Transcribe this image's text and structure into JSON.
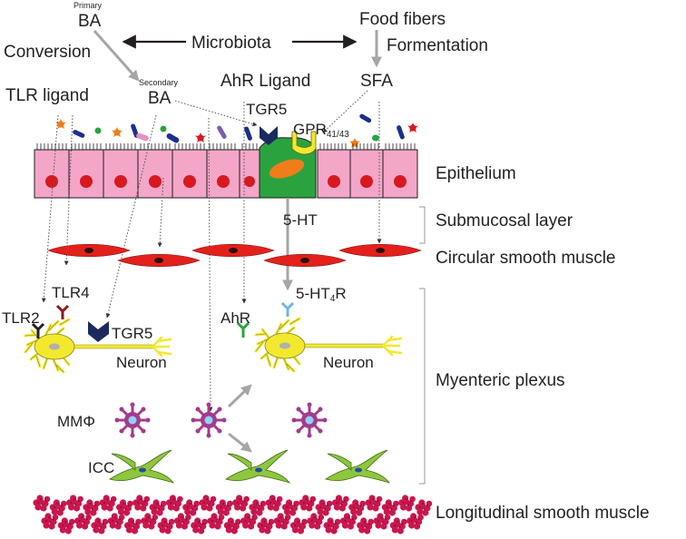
{
  "labels": {
    "primary": "Primary",
    "ba_top": "BA",
    "conversion": "Conversion",
    "microbiota": "Microbiota",
    "food_fibers": "Food fibers",
    "formentation": "Formentation",
    "tlr_ligand": "TLR ligand",
    "secondary": "Secondary",
    "ba_secondary": "BA",
    "ahr_ligand": "AhR Ligand",
    "sfa": "SFA",
    "tgr5_epi": "TGR5",
    "gpr": "GPR",
    "gpr_sub": "41/43",
    "ht5": "5-HT",
    "tlr4": "TLR4",
    "tlr2": "TLR2",
    "tgr5_neuron": "TGR5",
    "neuron_left": "Neuron",
    "ahr": "AhR",
    "ht4r_main": "5-HT",
    "ht4r_sub": "4",
    "ht4r_end": "R",
    "neuron_right": "Neuron",
    "mmphi": "MMΦ",
    "icc": "ICC"
  },
  "layers": {
    "epithelium": "Epithelium",
    "submucosal": "Submucosal layer",
    "circular": "Circular smooth muscle",
    "myenteric": "Myenteric plexus",
    "longitudinal": "Longitudinal smooth muscle"
  },
  "colors": {
    "epithelial_cell": "#f4a6c8",
    "enterochromaffin_cell": "#2aa33f",
    "nucleus_red": "#d7191f",
    "smooth_muscle": "#e3201b",
    "neuron": "#f2e92e",
    "macrophage": "#a23b8e",
    "icc": "#8ec63f",
    "longitudinal": "#c8174e",
    "receptor_navy": "#1b2a5e",
    "arrow_grey": "#a6a6a6"
  }
}
